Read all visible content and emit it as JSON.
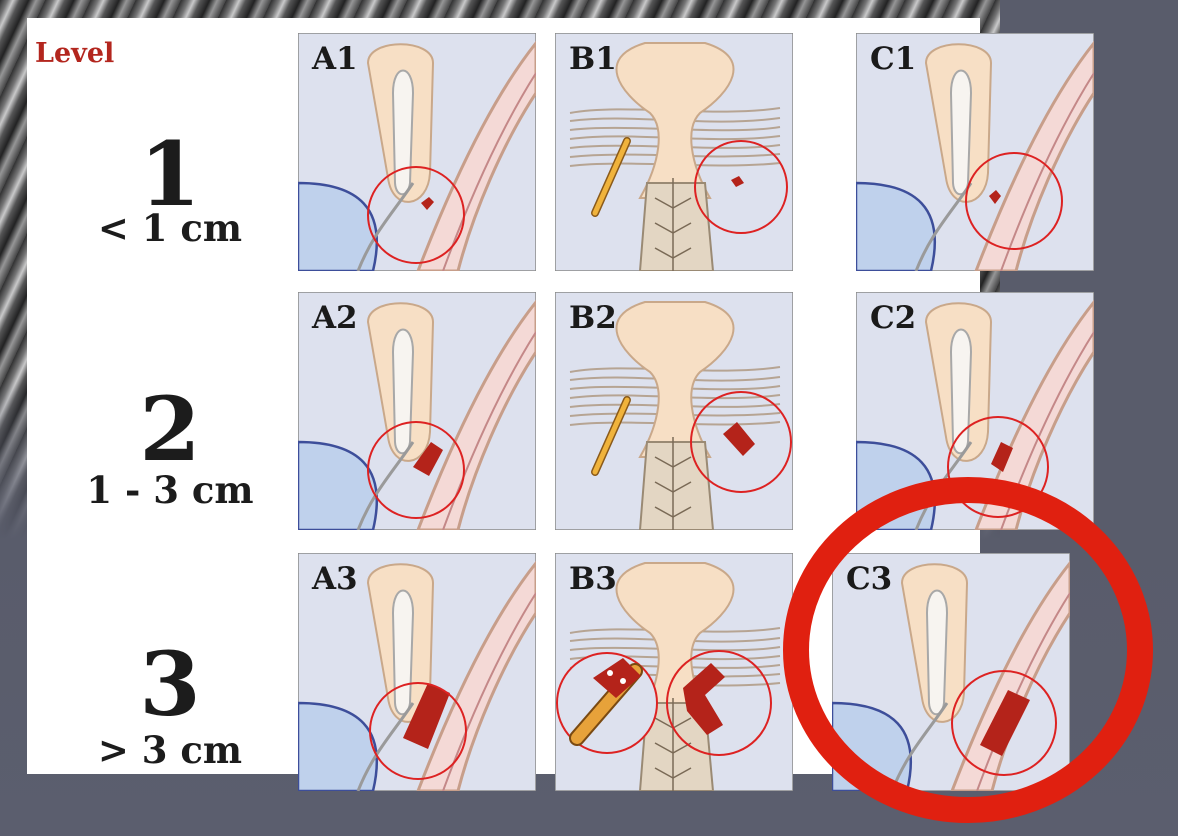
{
  "header": {
    "level_label": "Level"
  },
  "levels": [
    {
      "number": "1",
      "size": "< 1 cm"
    },
    {
      "number": "2",
      "size": "1 - 3 cm"
    },
    {
      "number": "3",
      "size": "> 3 cm"
    }
  ],
  "panels": {
    "A1": "A1",
    "B1": "B1",
    "C1": "C1",
    "A2": "A2",
    "B2": "B2",
    "C2": "C2",
    "A3": "A3",
    "B3": "B3",
    "C3": "C3"
  },
  "colors": {
    "level_header": "#b3261e",
    "highlight_ring": "#e02010",
    "lesion": "#b4231a",
    "panel_bg": "#dde1ee",
    "slide_bg": "#595c6b"
  }
}
